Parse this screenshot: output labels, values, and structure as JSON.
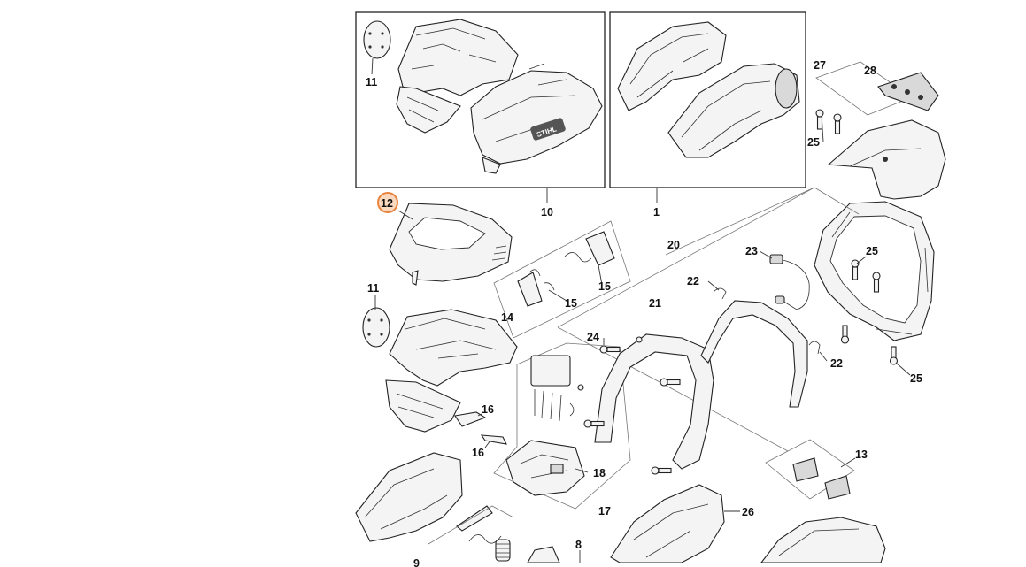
{
  "diagram": {
    "callouts": {
      "c11a": "11",
      "c10": "10",
      "c1": "1",
      "c27": "27",
      "c28": "28",
      "c25a": "25",
      "c12": "12",
      "c20": "20",
      "c23": "23",
      "c25b": "25",
      "c22a": "22",
      "c11b": "11",
      "c15a": "15",
      "c15b": "15",
      "c14": "14",
      "c21": "21",
      "c24": "24",
      "c22b": "22",
      "c25c": "25",
      "c16a": "16",
      "c16b": "16",
      "c18": "18",
      "c13": "13",
      "c17": "17",
      "c26": "26",
      "c8": "8",
      "c9": "9"
    },
    "highlight_color": "#e8843e",
    "highlighted_callout": "12"
  }
}
